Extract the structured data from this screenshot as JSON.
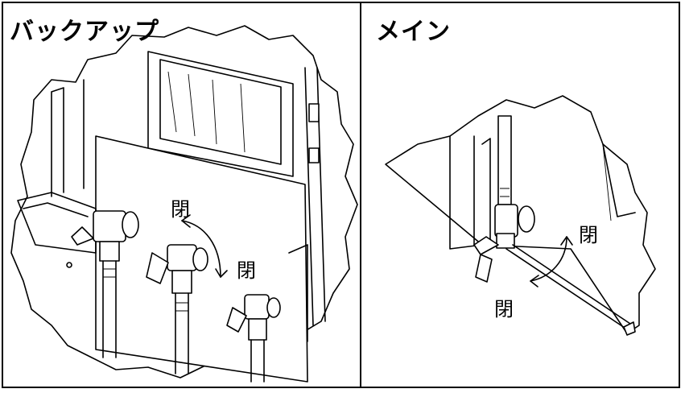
{
  "left_panel": {
    "title": "バックアップ",
    "label_open_top": "閉",
    "label_open_bottom": "閉"
  },
  "right_panel": {
    "title": "メイン",
    "label_open_right": "閉",
    "label_open_bottom": "閉"
  }
}
